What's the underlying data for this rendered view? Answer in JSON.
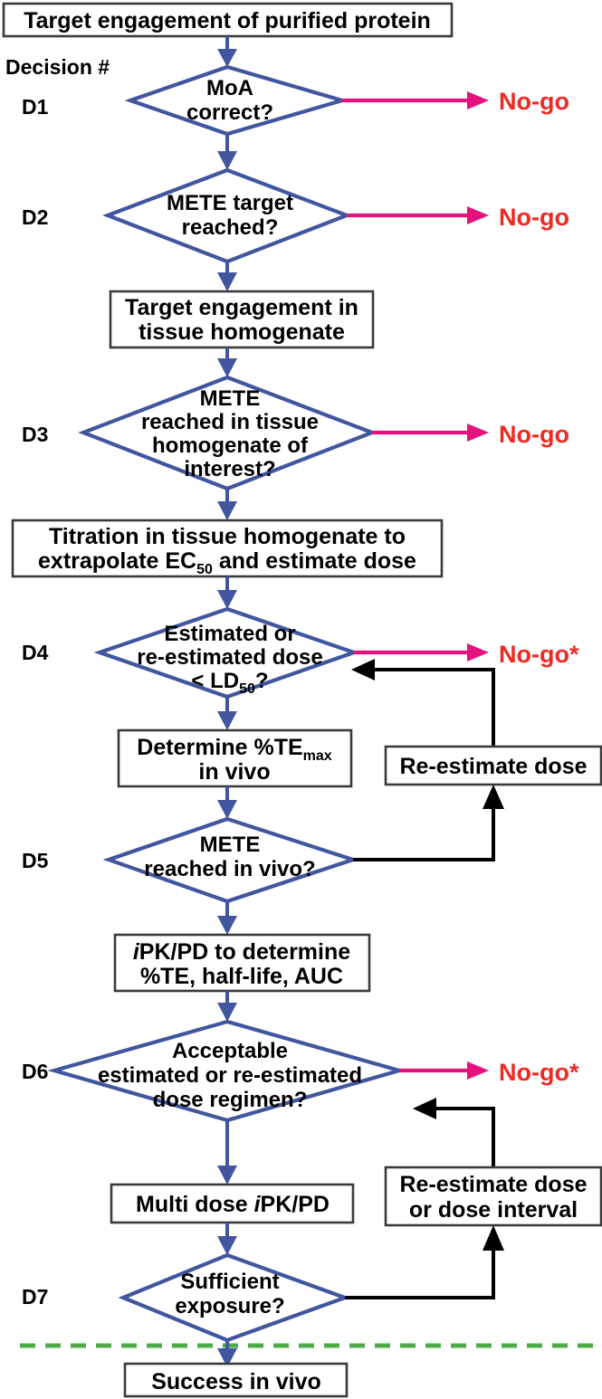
{
  "figure": {
    "type": "flowchart",
    "title": "Target engagement decision tree",
    "colors": {
      "decision_outline": "#41569f",
      "process_outline": "#3a3a3a",
      "nogo_arrow": "#e5127d",
      "nogo_text": "#ee2a23",
      "loop_arrow": "#000000",
      "divider": "#4fab49",
      "background": "#ffffff"
    }
  },
  "labels": {
    "decision_header": "Decision #",
    "d1": "D1",
    "d2": "D2",
    "d3": "D3",
    "d4": "D4",
    "d5": "D5",
    "d6": "D6",
    "d7": "D7"
  },
  "nodes": {
    "start_box": {
      "shape": "process",
      "text": "Target engagement of purified protein"
    },
    "d1_diamond": {
      "shape": "decision",
      "line1": "MoA",
      "line2": "correct?"
    },
    "d2_diamond": {
      "shape": "decision",
      "line1": "METE target",
      "line2": "reached?"
    },
    "te_tissue_box": {
      "shape": "process",
      "line1": "Target engagement in",
      "line2": "tissue homogenate"
    },
    "d3_diamond": {
      "shape": "decision",
      "line1": "METE",
      "line2": "reached in tissue",
      "line3": "homogenate of",
      "line4": "interest?"
    },
    "titration_box": {
      "shape": "process",
      "line1": "Titration in tissue homogenate to",
      "line2_pre": "extrapolate EC",
      "line2_sub": "50",
      "line2_post": " and estimate dose"
    },
    "d4_diamond": {
      "shape": "decision",
      "line1": "Estimated or",
      "line2": "re-estimated dose",
      "line3_pre": "< LD",
      "line3_sub": "50",
      "line3_post": "?"
    },
    "temax_box": {
      "shape": "process",
      "line1_pre": "Determine %TE",
      "line1_sub": "max",
      "line2": "in vivo"
    },
    "d5_diamond": {
      "shape": "decision",
      "line1": "METE",
      "line2": "reached in vivo?"
    },
    "ipkpd_box": {
      "shape": "process",
      "line1_ital": "i",
      "line1_rest": "PK/PD to determine",
      "line2": "%TE, half-life, AUC"
    },
    "d6_diamond": {
      "shape": "decision",
      "line1": "Acceptable",
      "line2": "estimated or re-estimated",
      "line3": "dose regimen?"
    },
    "multidose_box": {
      "shape": "process",
      "pre": "Multi dose ",
      "ital": "i",
      "post": "PK/PD"
    },
    "d7_diamond": {
      "shape": "decision",
      "line1": "Sufficient",
      "line2": "exposure?"
    },
    "success_box": {
      "shape": "terminal",
      "text": "Success in vivo"
    },
    "reestimate_dose_box": {
      "shape": "process",
      "text": "Re-estimate dose"
    },
    "reestimate_interval_box": {
      "shape": "process",
      "line1": "Re-estimate dose",
      "line2": "or dose interval"
    }
  },
  "outcomes": {
    "nogo_d1": "No-go",
    "nogo_d2": "No-go",
    "nogo_d3": "No-go",
    "nogo_d4": "No-go*",
    "nogo_d6": "No-go*"
  }
}
